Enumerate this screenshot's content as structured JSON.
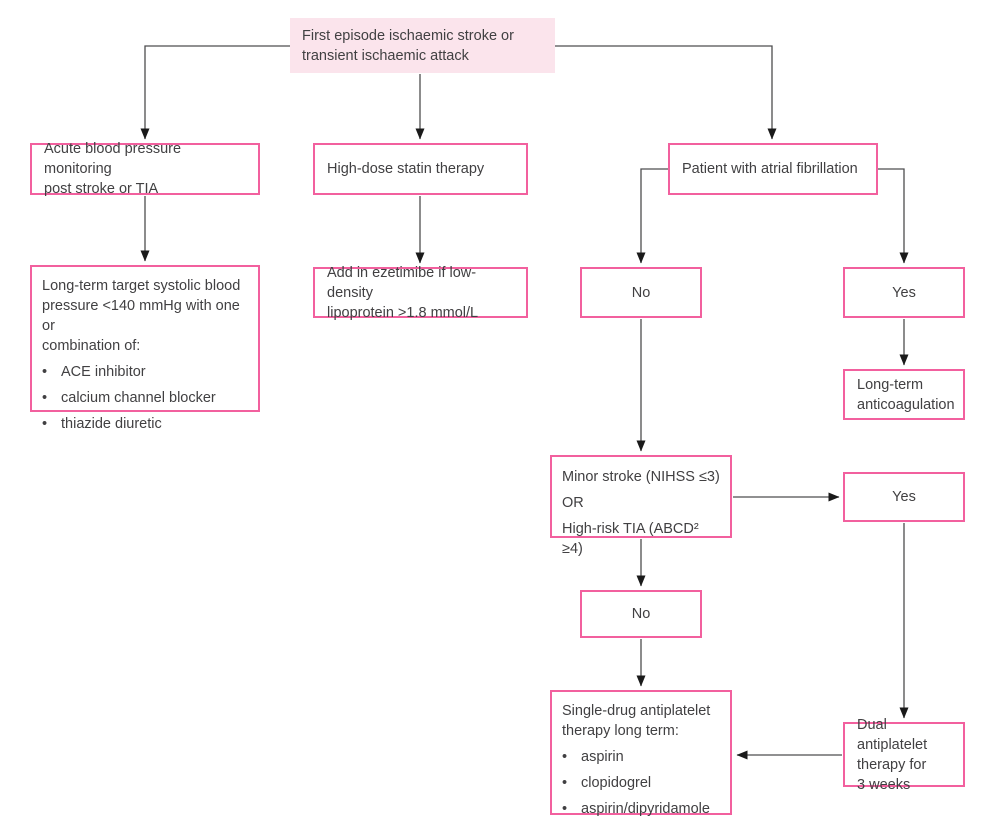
{
  "ui": {
    "bullet": "•"
  },
  "palette": {
    "node_border": "#f2609e",
    "start_fill": "#fbe4ec",
    "node_fill": "#ffffff",
    "text": "#414042",
    "connector_line": "#4d4d4f",
    "arrowhead": "#1a1a1a",
    "background": "#ffffff"
  },
  "flowchart": {
    "start": {
      "text": "First episode ischaemic stroke or\ntransient ischaemic attack"
    },
    "acute_bp": {
      "text": "Acute blood pressure monitoring\npost stroke or TIA"
    },
    "statin": {
      "text": "High-dose statin therapy"
    },
    "af": {
      "text": "Patient with atrial fibrillation"
    },
    "longterm_bp": {
      "intro": "Long-term target systolic blood\npressure <140 mmHg with one or\ncombination of:",
      "bullets": [
        "ACE inhibitor",
        "calcium channel blocker",
        "thiazide diuretic"
      ]
    },
    "ezetimibe": {
      "text": "Add in ezetimibe if low-density\nlipoprotein >1.8 mmol/L"
    },
    "af_no": {
      "text": "No"
    },
    "af_yes": {
      "text": "Yes"
    },
    "anticoag": {
      "text": "Long-term\nanticoagulation"
    },
    "minor_stroke": {
      "line1": "Minor stroke (NIHSS ≤3)",
      "line2": "OR",
      "line3": "High-risk TIA (ABCD² ≥4)"
    },
    "minor_yes": {
      "text": "Yes"
    },
    "minor_no": {
      "text": "No"
    },
    "single_drug": {
      "intro": "Single-drug antiplatelet\ntherapy long term:",
      "bullets": [
        "aspirin",
        "clopidogrel",
        "aspirin/dipyridamole"
      ]
    },
    "dual": {
      "text": "Dual antiplatelet\ntherapy for\n3 weeks"
    }
  },
  "edges": [
    {
      "from": "start",
      "to": "acute_bp"
    },
    {
      "from": "start",
      "to": "statin"
    },
    {
      "from": "start",
      "to": "af"
    },
    {
      "from": "acute_bp",
      "to": "longterm_bp"
    },
    {
      "from": "statin",
      "to": "ezetimibe"
    },
    {
      "from": "af",
      "to": "af_no"
    },
    {
      "from": "af",
      "to": "af_yes"
    },
    {
      "from": "af_no",
      "to": "minor_stroke"
    },
    {
      "from": "af_yes",
      "to": "anticoag"
    },
    {
      "from": "minor_stroke",
      "to": "minor_yes"
    },
    {
      "from": "minor_stroke",
      "to": "minor_no"
    },
    {
      "from": "minor_no",
      "to": "single_drug"
    },
    {
      "from": "minor_yes",
      "to": "dual"
    },
    {
      "from": "dual",
      "to": "single_drug"
    }
  ]
}
